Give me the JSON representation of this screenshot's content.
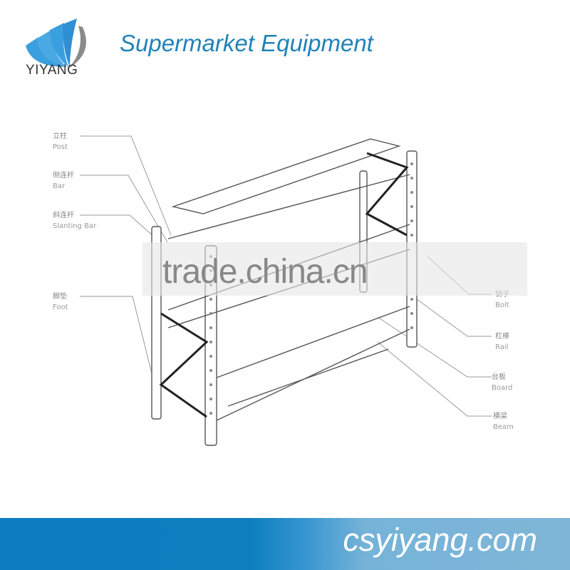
{
  "brand": {
    "logo_name": "YIYANG",
    "logo_colors": {
      "blue": "#3a9fdf",
      "gray": "#8a8a8a"
    }
  },
  "header": {
    "title": "Supermarket Equipment",
    "title_color": "#1f83b8"
  },
  "diagram": {
    "left_labels": [
      {
        "zh": "立柱",
        "en": "Post"
      },
      {
        "zh": "侧连杆",
        "en": "Bar"
      },
      {
        "zh": "斜连杆",
        "en": "Slanting Bar"
      },
      {
        "zh": "脚垫",
        "en": "Foot"
      }
    ],
    "right_labels": [
      {
        "zh": "销子",
        "en": "Bolt"
      },
      {
        "zh": "杠棒",
        "en": "Rail"
      },
      {
        "zh": "台板",
        "en": "Board"
      },
      {
        "zh": "横梁",
        "en": "Beam"
      }
    ]
  },
  "watermark": {
    "text": "trade.china.cn"
  },
  "footer": {
    "website": "csyiyang.com",
    "banner_colors": [
      "#0c7ec0",
      "#7fb6d7"
    ]
  }
}
